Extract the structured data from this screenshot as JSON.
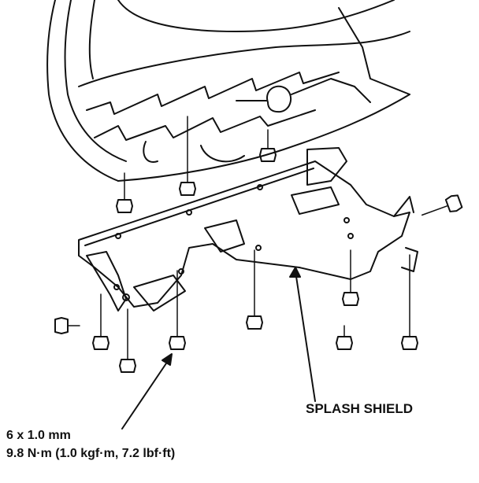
{
  "labels": {
    "part_name": "SPLASH SHIELD",
    "bolt_size": "6 x 1.0 mm",
    "bolt_torque": "9.8 N·m (1.0 kgf·m, 7.2 lbf·ft)"
  },
  "colors": {
    "line": "#111111",
    "background": "#ffffff"
  }
}
